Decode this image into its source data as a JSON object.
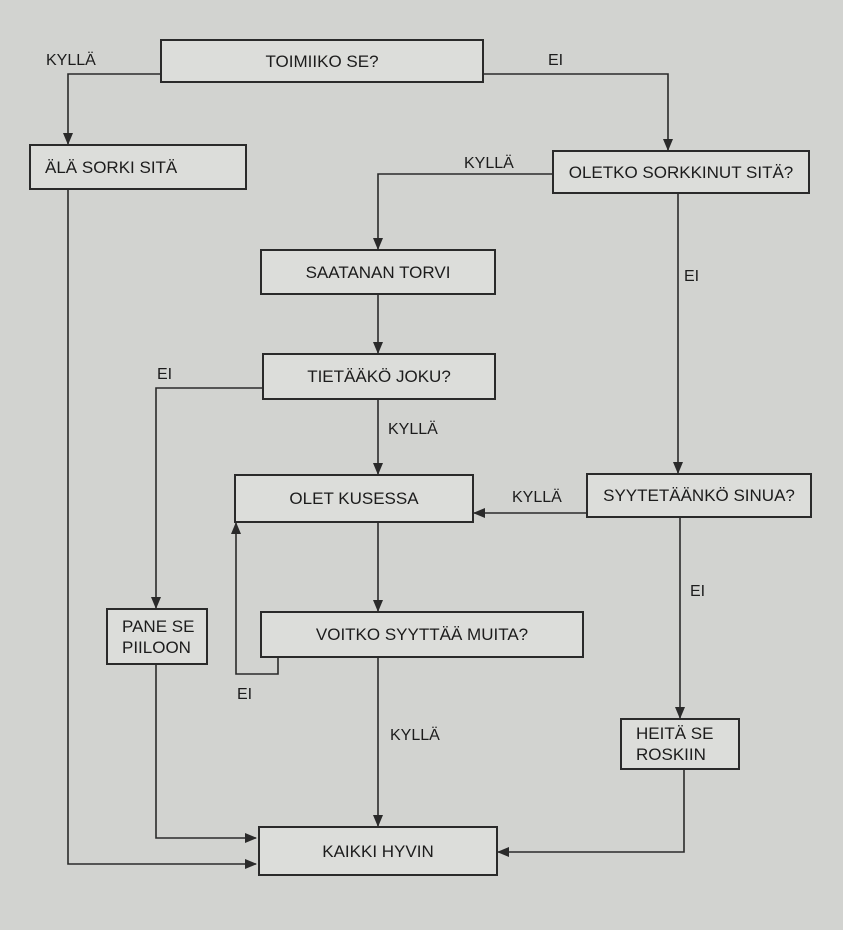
{
  "nodes": {
    "toimiiko": "TOIMIIKO SE?",
    "ala_sorki": "ÄLÄ SORKI SITÄ",
    "sorkkinut": "OLETKO SORKKINUT SITÄ?",
    "saatanan": "SAATANAN TORVI",
    "tietaako": "TIETÄÄKÖ JOKU?",
    "kusessa": "OLET KUSESSA",
    "syytetaanko": "SYYTETÄÄNKÖ SINUA?",
    "pane": "PANE SE\nPIILOON",
    "voitko": "VOITKO SYYTTÄÄ MUITA?",
    "heita": "HEITÄ SE\nROSKIIN",
    "kaikki": "KAIKKI HYVIN"
  },
  "labels": {
    "yes_toimiiko": "KYLLÄ",
    "no_toimiiko": "EI",
    "yes_sorkkinut": "KYLLÄ",
    "no_sorkkinut": "EI",
    "no_tietaako": "EI",
    "yes_tietaako": "KYLLÄ",
    "yes_syytetaanko": "KYLLÄ",
    "no_syytetaanko": "EI",
    "no_voitko": "EI",
    "yes_voitko": "KYLLÄ"
  },
  "colors": {
    "background": "#d2d3d0",
    "box_fill": "#dcddda",
    "line": "#2a2a2a",
    "text": "#1c1c1c"
  }
}
